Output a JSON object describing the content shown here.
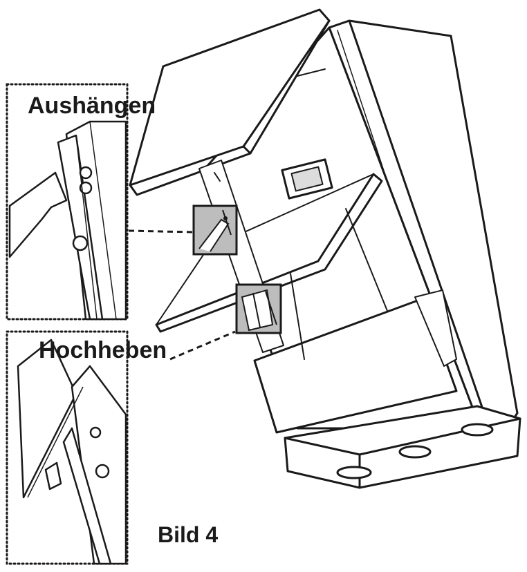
{
  "labels": {
    "unhook": "Aushängen",
    "lift": "Hochheben",
    "figure": "Bild 4"
  },
  "colors": {
    "line": "#1a1a1a",
    "callout_fill": "#bdbdbd",
    "paper": "#ffffff"
  },
  "icons": [
    "unhook-detail-callout",
    "lift-detail-callout"
  ]
}
